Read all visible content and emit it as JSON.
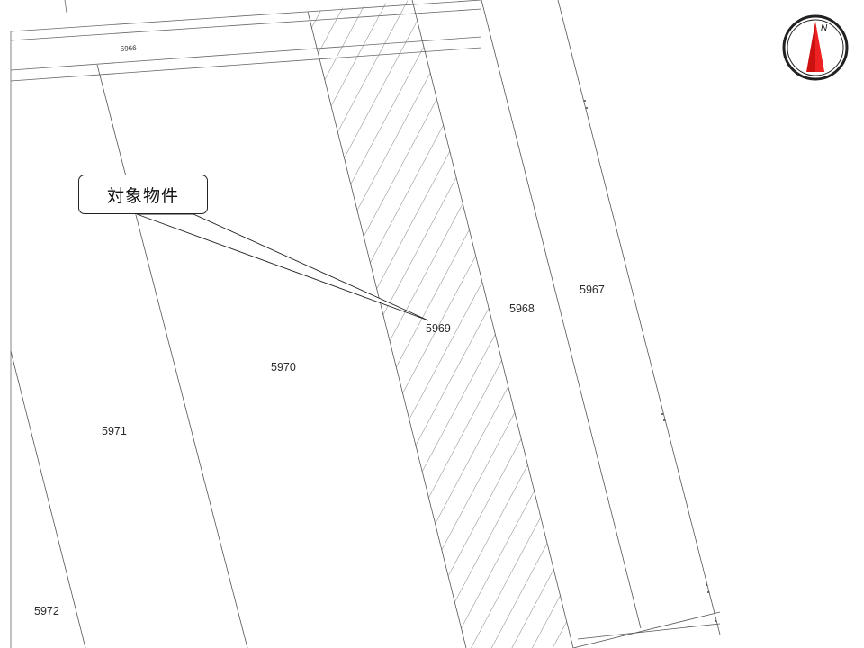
{
  "map": {
    "road_label": "5966",
    "parcels": {
      "p5967": "5967",
      "p5968": "5968",
      "p5969": "5969",
      "p5970": "5970",
      "p5971": "5971",
      "p5972": "5972"
    },
    "callout": {
      "label": "対象物件"
    },
    "compass": {
      "north_label": "N",
      "ring_color": "#222222",
      "needle_color": "#cc1111"
    },
    "colors": {
      "line": "#555555",
      "hatch": "#777777",
      "background": "#ffffff"
    }
  }
}
